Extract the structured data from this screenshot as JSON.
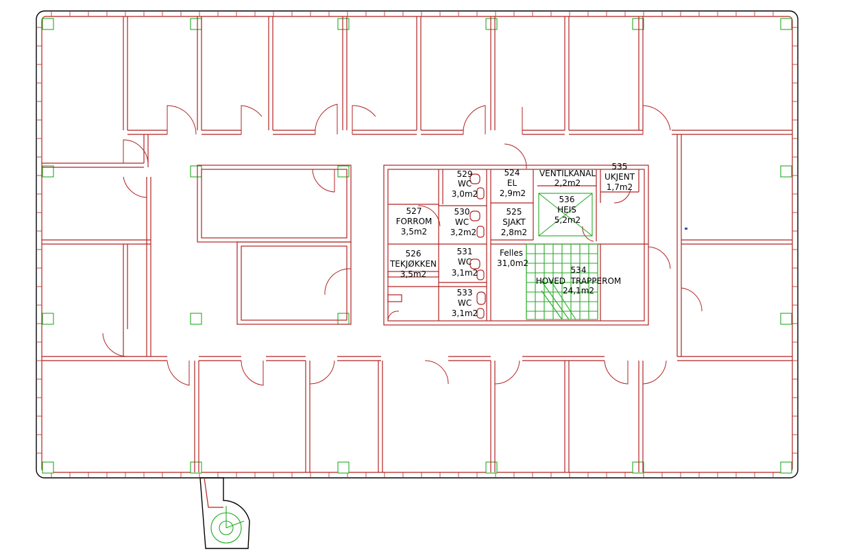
{
  "rooms": [
    {
      "id": "wc-529",
      "number": "529",
      "name": "WC",
      "area": "3,0m2"
    },
    {
      "id": "el-524",
      "number": "524",
      "name": "EL",
      "area": "2,9m2"
    },
    {
      "id": "ventilkanal",
      "number": "",
      "name": "VENTILKANAL",
      "area": "2,2m2"
    },
    {
      "id": "ukjent-535",
      "number": "535",
      "name": "UKJENT",
      "area": "1,7m2"
    },
    {
      "id": "forrom-527",
      "number": "527",
      "name": "FORROM",
      "area": "3,5m2"
    },
    {
      "id": "wc-530",
      "number": "530",
      "name": "WC",
      "area": "3,2m2"
    },
    {
      "id": "sjakt-525",
      "number": "525",
      "name": "SJAKT",
      "area": "2,8m2"
    },
    {
      "id": "heis-536",
      "number": "536",
      "name": "HEIS",
      "area": "5,2m2"
    },
    {
      "id": "tekjokken-526",
      "number": "526",
      "name": "TEKJØKKEN",
      "area": "3,5m2"
    },
    {
      "id": "wc-531",
      "number": "531",
      "name": "WC",
      "area": "3,1m2"
    },
    {
      "id": "felles",
      "number": "",
      "name": "Felles",
      "area": "31,0m2"
    },
    {
      "id": "trapperom-534",
      "number": "534",
      "name": "HOVED  TRAPPEROM",
      "area": "24,1m2"
    },
    {
      "id": "wc-533",
      "number": "533",
      "name": "WC",
      "area": "3,1m2"
    }
  ],
  "colors": {
    "walls": "#b22222",
    "structure": "#22aa22",
    "outline": "#000000"
  }
}
